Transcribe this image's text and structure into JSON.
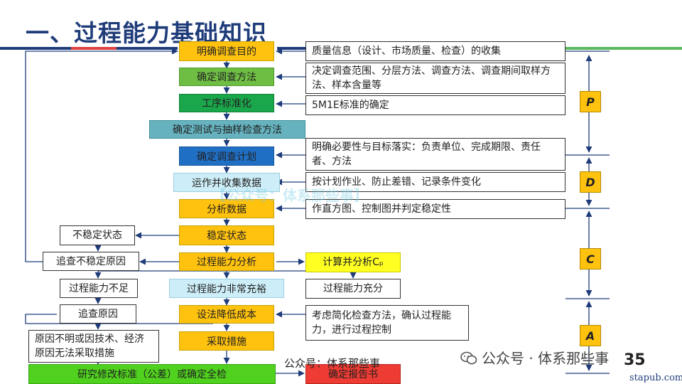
{
  "title": "一、过程能力基础知识",
  "colors": {
    "title": "#1f3c7a",
    "bar_navy": "#1f3c7a",
    "bar_red": "#e04040",
    "bar_green": "#5cb85c",
    "step_orange": "#ffc20e"
  },
  "steps": {
    "s1": "明确调查目的",
    "s2": "确定调查方法",
    "s3": "工序标准化",
    "s4": "确定测试与抽样检查方法",
    "s5": "确定调查计划",
    "s6": "运作并收集数据",
    "s7": "分析数据",
    "s8": "稳定状态",
    "s9": "过程能力分析",
    "s10": "过程能力非常充裕",
    "s11": "设法降低成本",
    "s12": "采取措施",
    "s13": "研究修改标准（公差）或确定全检",
    "s14": "确定报告书"
  },
  "notes": {
    "n1": "质量信息（设计、市场质量、检查）的收集",
    "n2": "决定调查范围、分层方法、调查方法、调查期间取样方法、样本含量等",
    "n3": "5M1E标准的确定",
    "n4": "明确必要性与目标落实：负责单位、完成期限、责任者、方法",
    "n5": "按计划作业、防止差错、记录条件变化",
    "n6": "作直方图、控制图并判定稳定性",
    "n7": "计算并分析Cₚ",
    "n8": "过程能力充分",
    "n9": "考虑简化检查方法，确认过程能力，进行过程控制"
  },
  "left": {
    "l1": "不稳定状态",
    "l2": "追查不稳定原因",
    "l3": "过程能力不足",
    "l4": "追查原因",
    "l5": "原因不明或因技术、经济原因无法采取措施"
  },
  "phases": {
    "p": "P",
    "d": "D",
    "c": "C",
    "a": "A"
  },
  "watermark": "【公众号：体系那些事】",
  "footer_text": "公众号：体系那些事",
  "wechat_label": "公众号 · 体系那些事",
  "page_number": "35",
  "site": "stapub.com"
}
